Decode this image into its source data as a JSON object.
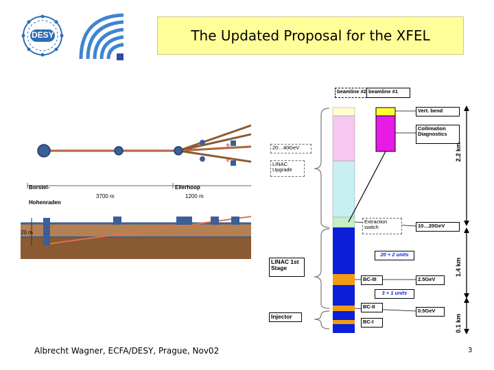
{
  "slide": {
    "title": "The Updated Proposal for the XFEL",
    "footer": "Albrecht Wagner, ECFA/DESY, Prague, Nov02",
    "page_number": "3"
  },
  "logo": {
    "text": "DESY"
  },
  "left_map": {
    "place_borstel": "Borstel-",
    "place_hohenraden": "Hohenraden",
    "place_ellerhoop": "Ellerhoop",
    "dist_1": "3700 m",
    "dist_2": "1200 m",
    "depth": "20 m",
    "electron_1": "e",
    "electron_2": "e"
  },
  "right_diagram": {
    "beamline_2": "beamline #2",
    "beamline_1": "beamline #1",
    "vert_bend": "Vert. bend",
    "collimation": "Collimation Diagnostics",
    "energy_upgrade": "20…40GeV",
    "linac_upgrade": "LINAC Upgrade",
    "extraction_switch": "Extraction switch",
    "energy_10_20": "10…20GeV",
    "linac_first": "LINAC 1st Stage",
    "units_20_2": "20 + 2 units",
    "bc3": "BC-III",
    "energy_2_5": "2.5GeV",
    "units_3_1": "3 + 1 units",
    "bc2": "BC-II",
    "energy_0_5": "0.5GeV",
    "injector": "Injector",
    "bc1": "BC-I",
    "scale_2_2": "2.2 km",
    "scale_1_4": "1.4 km",
    "scale_0_1": "0.1 km"
  },
  "colors": {
    "title_bg": "#ffff99",
    "logo_blue": "#2e6db5",
    "linac_blue": "#0a1fd6",
    "upgrade_cyan": "#c8f0f0",
    "beamline_pink": "#f6c7f2",
    "magenta": "#e61be6",
    "orange": "#f39c12",
    "tunnel_brown": "#8a5a32"
  }
}
